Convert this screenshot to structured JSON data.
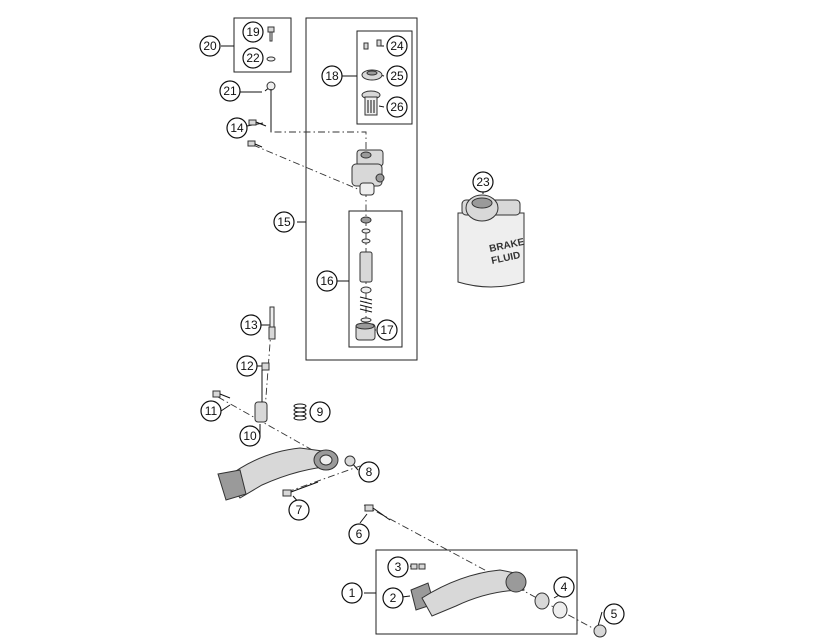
{
  "callouts": {
    "c1": "1",
    "c2": "2",
    "c3": "3",
    "c4": "4",
    "c5": "5",
    "c6": "6",
    "c7": "7",
    "c8": "8",
    "c9": "9",
    "c10": "10",
    "c11": "11",
    "c12": "12",
    "c13": "13",
    "c14": "14",
    "c15": "15",
    "c16": "16",
    "c17": "17",
    "c18": "18",
    "c19": "19",
    "c20": "20",
    "c21": "21",
    "c22": "22",
    "c23": "23",
    "c24": "24",
    "c25": "25",
    "c26": "26"
  },
  "brake_fluid_can": {
    "line1": "BRAKE",
    "line2": "FLUID"
  }
}
